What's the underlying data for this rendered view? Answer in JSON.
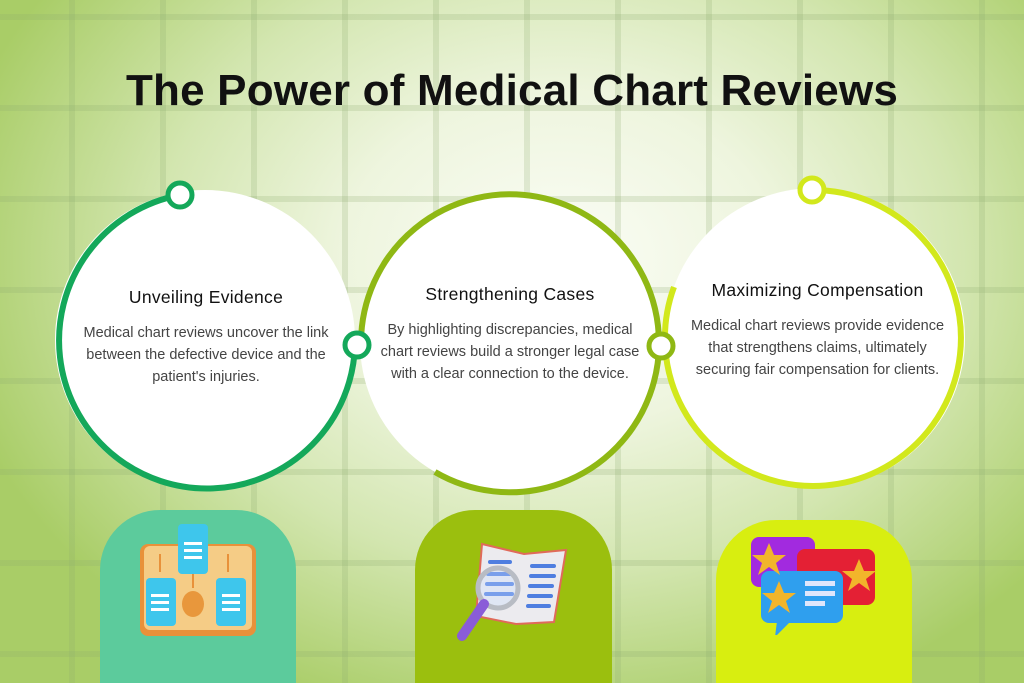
{
  "title": "The Power of Medical Chart Reviews",
  "colors": {
    "ring1": "#14a85a",
    "ring2": "#8fb814",
    "ring3": "#d2e81c",
    "card1": "#5ccb9c",
    "card2": "#9bbf0e",
    "card3": "#d8ee10"
  },
  "steps": [
    {
      "heading": "Unveiling Evidence",
      "text": "Medical chart reviews uncover the link between the defective device and the patient's injuries.",
      "icon": "flowchart-icon"
    },
    {
      "heading": "Strengthening Cases",
      "text": "By highlighting discrepancies, medical chart reviews build a stronger legal case with a clear connection to the device.",
      "icon": "book-magnifier-icon"
    },
    {
      "heading": "Maximizing Compensation",
      "text": "Medical chart reviews provide evidence that strengthens claims, ultimately securing fair compensation for clients.",
      "icon": "rating-chat-icon"
    }
  ]
}
